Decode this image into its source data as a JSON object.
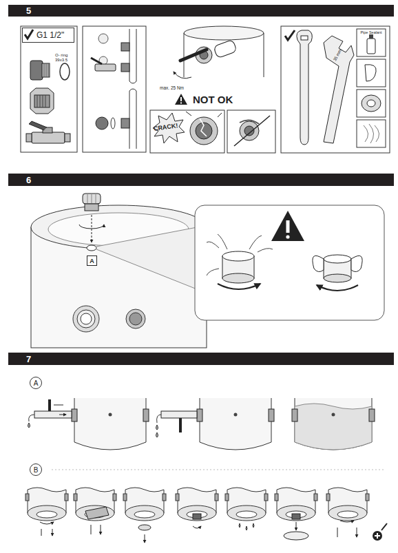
{
  "diagram": {
    "nodes": [
      {
        "text": [
          "5"
        ]
      },
      {
        "text": [
          "G1 1/2\""
        ]
      },
      {
        "text": [
          "Pipe Sealant"
        ]
      },
      {
        "text": [
          "6"
        ]
      },
      {
        "text": [
          "A"
        ]
      },
      {
        "text": [
          "7"
        ]
      },
      {
        "text": [
          "A"
        ]
      },
      {
        "text": [
          "B"
        ]
      }
    ],
    "labels": [
      "O- ring 39x3.5",
      "max. 25 Nm",
      "NOT OK",
      "CRACK!",
      "35 mm"
    ]
  }
}
